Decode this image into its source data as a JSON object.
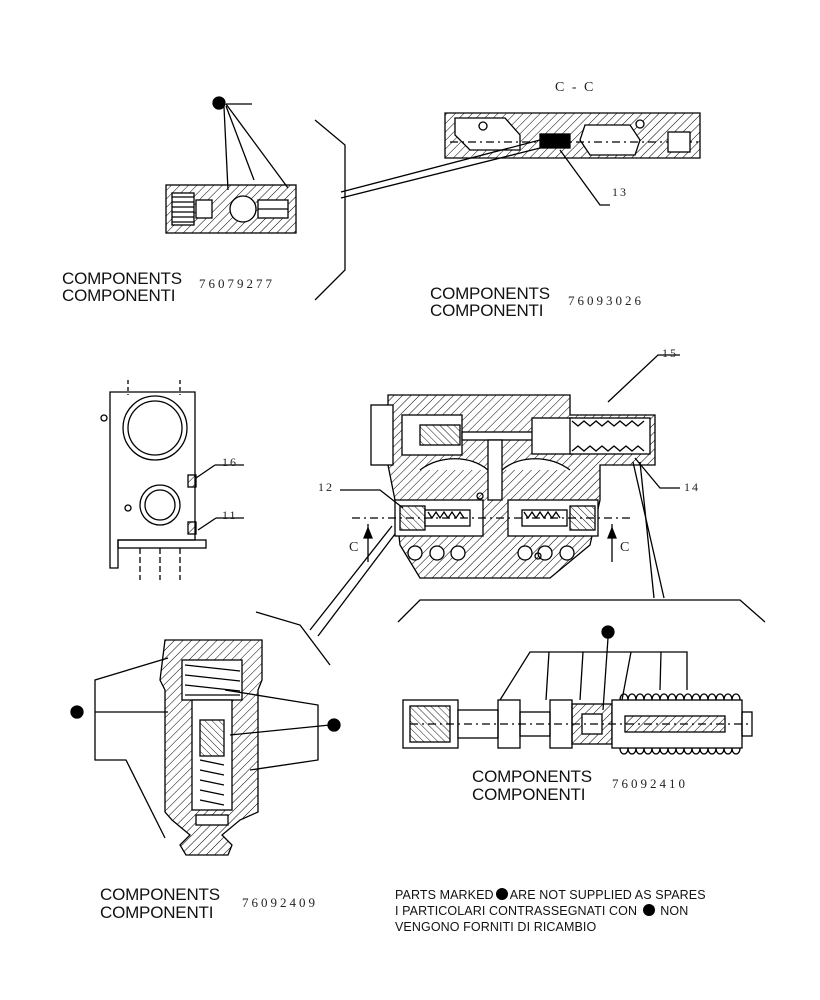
{
  "groups": [
    {
      "component_label": "COMPONENTS",
      "component_label_it": "COMPONENTI",
      "part_code": "76079277"
    },
    {
      "component_label": "COMPONENTS",
      "component_label_it": "COMPONENTI",
      "part_code": "76093026"
    },
    {
      "component_label": "COMPONENTS",
      "component_label_it": "COMPONENTI",
      "part_code": "76092410"
    },
    {
      "component_label": "COMPONENTS",
      "component_label_it": "COMPONENTI",
      "part_code": "76092409"
    }
  ],
  "section_title": "C - C",
  "section_marks": [
    "C",
    "C"
  ],
  "callouts": {
    "c11": "11",
    "c12": "12",
    "c13": "13",
    "c14": "14",
    "c15": "15",
    "c16": "16"
  },
  "note": {
    "line1_before": "PARTS MARKED",
    "line1_after": "ARE NOT SUPPLIED AS SPARES",
    "line2_before": "I  PARTICOLARI  CONTRASSEGNATI  CON",
    "line2_after": "NON",
    "line3": "VENGONO FORNITI DI RICAMBIO"
  }
}
